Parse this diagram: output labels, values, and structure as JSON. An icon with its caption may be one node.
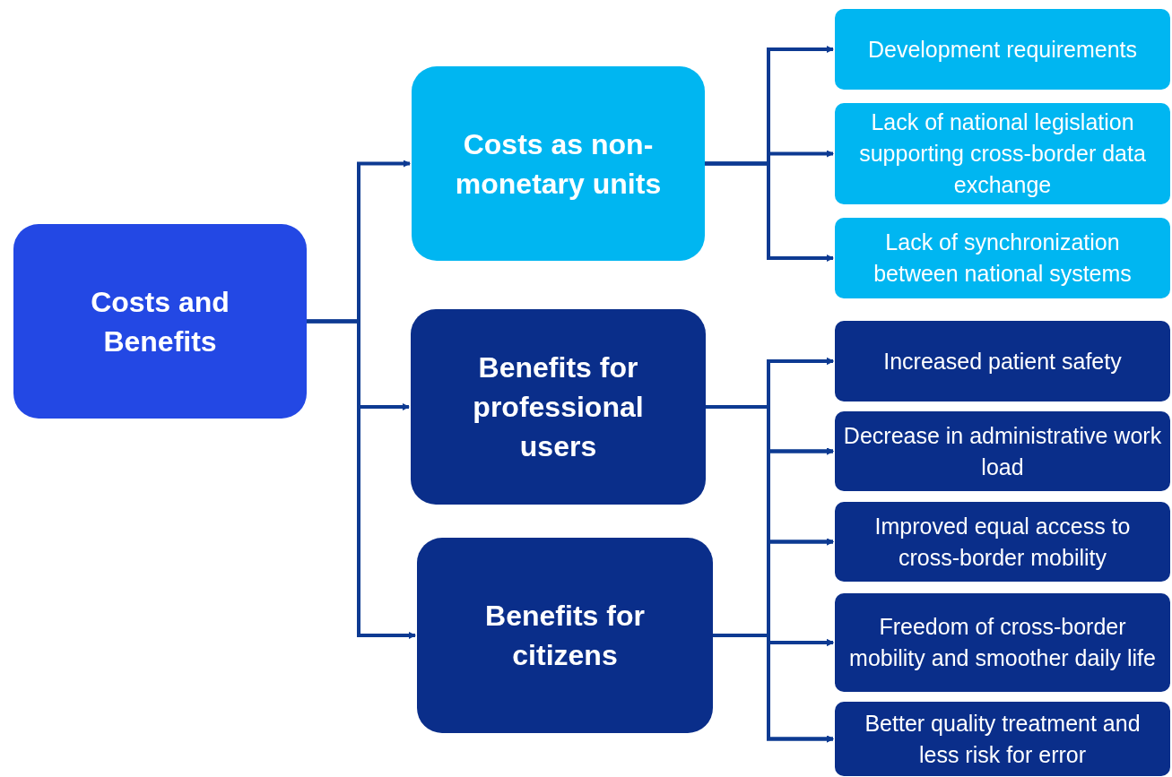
{
  "diagram": {
    "nodes": [
      {
        "text": [
          "Costs and Benefits"
        ]
      },
      {
        "text": [
          "Costs as non-monetary units"
        ]
      },
      {
        "text": [
          "Benefits for professional users"
        ]
      },
      {
        "text": [
          "Benefits for citizens"
        ]
      },
      {
        "text": [
          "Development requirements"
        ]
      },
      {
        "text": [
          "Lack of national legislation supporting cross-border data exchange"
        ]
      },
      {
        "text": [
          "Lack of synchronization between national systems"
        ]
      },
      {
        "text": [
          "Increased patient safety"
        ]
      },
      {
        "text": [
          "Decrease in administrative work load"
        ]
      },
      {
        "text": [
          "Improved equal access to cross-border mobility"
        ]
      },
      {
        "text": [
          "Freedom of cross-border mobility and smoother daily life"
        ]
      },
      {
        "text": [
          "Better quality treatment and less risk for error"
        ]
      }
    ],
    "edges": [
      {
        "from": 0,
        "to": 1,
        "arrow": "to"
      },
      {
        "from": 0,
        "to": 2,
        "arrow": "to"
      },
      {
        "from": 0,
        "to": 3,
        "arrow": "to"
      },
      {
        "from": 1,
        "to": 4,
        "arrow": "to"
      },
      {
        "from": 1,
        "to": 5,
        "arrow": "to"
      },
      {
        "from": 1,
        "to": 6,
        "arrow": "to"
      },
      {
        "from": 2,
        "to": 7,
        "arrow": "to"
      },
      {
        "from": 2,
        "to": 8,
        "arrow": "to"
      },
      {
        "from": 2,
        "to": 9,
        "arrow": "to"
      },
      {
        "from": 2,
        "to": 10,
        "arrow": "to"
      },
      {
        "from": 2,
        "to": 11,
        "arrow": "to"
      },
      {
        "from": 3,
        "to": 7,
        "arrow": "to"
      },
      {
        "from": 3,
        "to": 8,
        "arrow": "to"
      },
      {
        "from": 3,
        "to": 9,
        "arrow": "to"
      },
      {
        "from": 3,
        "to": 10,
        "arrow": "to"
      },
      {
        "from": 3,
        "to": 11,
        "arrow": "to"
      }
    ]
  }
}
